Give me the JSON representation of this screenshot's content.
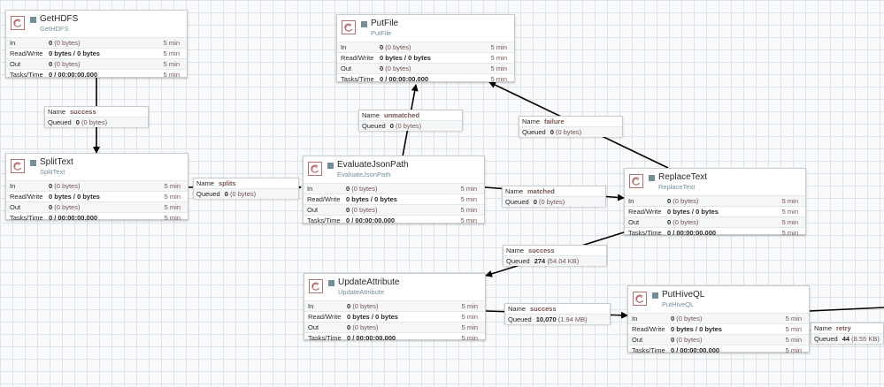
{
  "processors": {
    "gethdfs": {
      "name": "GetHDFS",
      "type": "GetHDFS",
      "in": "0",
      "in_sub": "(0 bytes)",
      "in_time": "5 min",
      "rw": "0 bytes / 0 bytes",
      "rw_time": "5 min",
      "out": "0",
      "out_sub": "(0 bytes)",
      "out_time": "5 min",
      "tasks": "0 / 00:00:00.000",
      "tasks_time": "5 min"
    },
    "putfile": {
      "name": "PutFile",
      "type": "PutFile",
      "in": "0",
      "in_sub": "(0 bytes)",
      "in_time": "5 min",
      "rw": "0 bytes / 0 bytes",
      "rw_time": "5 min",
      "out": "0",
      "out_sub": "(0 bytes)",
      "out_time": "5 min",
      "tasks": "0 / 00:00:00.000",
      "tasks_time": "5 min"
    },
    "splittext": {
      "name": "SplitText",
      "type": "SplitText",
      "in": "0",
      "in_sub": "(0 bytes)",
      "in_time": "5 min",
      "rw": "0 bytes / 0 bytes",
      "rw_time": "5 min",
      "out": "0",
      "out_sub": "(0 bytes)",
      "out_time": "5 min",
      "tasks": "0 / 00:00:00.000",
      "tasks_time": "5 min"
    },
    "evaluatejsonpath": {
      "name": "EvaluateJsonPath",
      "type": "EvaluateJsonPath",
      "in": "0",
      "in_sub": "(0 bytes)",
      "in_time": "5 min",
      "rw": "0 bytes / 0 bytes",
      "rw_time": "5 min",
      "out": "0",
      "out_sub": "(0 bytes)",
      "out_time": "5 min",
      "tasks": "0 / 00:00:00.000",
      "tasks_time": "5 min"
    },
    "replacetext": {
      "name": "ReplaceText",
      "type": "ReplaceText",
      "in": "0",
      "in_sub": "(0 bytes)",
      "in_time": "5 min",
      "rw": "0 bytes / 0 bytes",
      "rw_time": "5 min",
      "out": "0",
      "out_sub": "(0 bytes)",
      "out_time": "5 min",
      "tasks": "0 / 00:00:00.000",
      "tasks_time": "5 min"
    },
    "updateattribute": {
      "name": "UpdateAttribute",
      "type": "UpdateAttribute",
      "in": "0",
      "in_sub": "(0 bytes)",
      "in_time": "5 min",
      "rw": "0 bytes / 0 bytes",
      "rw_time": "5 min",
      "out": "0",
      "out_sub": "(0 bytes)",
      "out_time": "5 min",
      "tasks": "0 / 00:00:00.000",
      "tasks_time": "5 min"
    },
    "puthiveql": {
      "name": "PutHiveQL",
      "type": "PutHiveQL",
      "in": "0",
      "in_sub": "(0 bytes)",
      "in_time": "5 min",
      "rw": "0 bytes / 0 bytes",
      "rw_time": "5 min",
      "out": "0",
      "out_sub": "(0 bytes)",
      "out_time": "5 min",
      "tasks": "0 / 00:00:00.000",
      "tasks_time": "5 min"
    }
  },
  "row_labels": {
    "in": "In",
    "rw": "Read/Write",
    "out": "Out",
    "tasks": "Tasks/Time"
  },
  "conn_labels": {
    "name": "Name",
    "queued": "Queued"
  },
  "connections": {
    "c_success1": {
      "name": "success",
      "queued": "0",
      "queued_sub": "(0 bytes)"
    },
    "c_splits": {
      "name": "splits",
      "queued": "0",
      "queued_sub": "(0 bytes)"
    },
    "c_unmatched": {
      "name": "unmatched",
      "queued": "0",
      "queued_sub": "(0 bytes)"
    },
    "c_failure": {
      "name": "failure",
      "queued": "0",
      "queued_sub": "(0 bytes)"
    },
    "c_matched": {
      "name": "matched",
      "queued": "0",
      "queued_sub": "(0 bytes)"
    },
    "c_success2": {
      "name": "success",
      "queued": "274",
      "queued_sub": "(54.04 KB)"
    },
    "c_success3": {
      "name": "success",
      "queued": "10,070",
      "queued_sub": "(1.94 MB)"
    },
    "c_retry": {
      "name": "retry",
      "queued": "44",
      "queued_sub": "(8.55 KB)"
    }
  },
  "colors": {
    "processor_icon": "#b56d6d",
    "status": "#728e9b",
    "value_accent": "#775351"
  }
}
